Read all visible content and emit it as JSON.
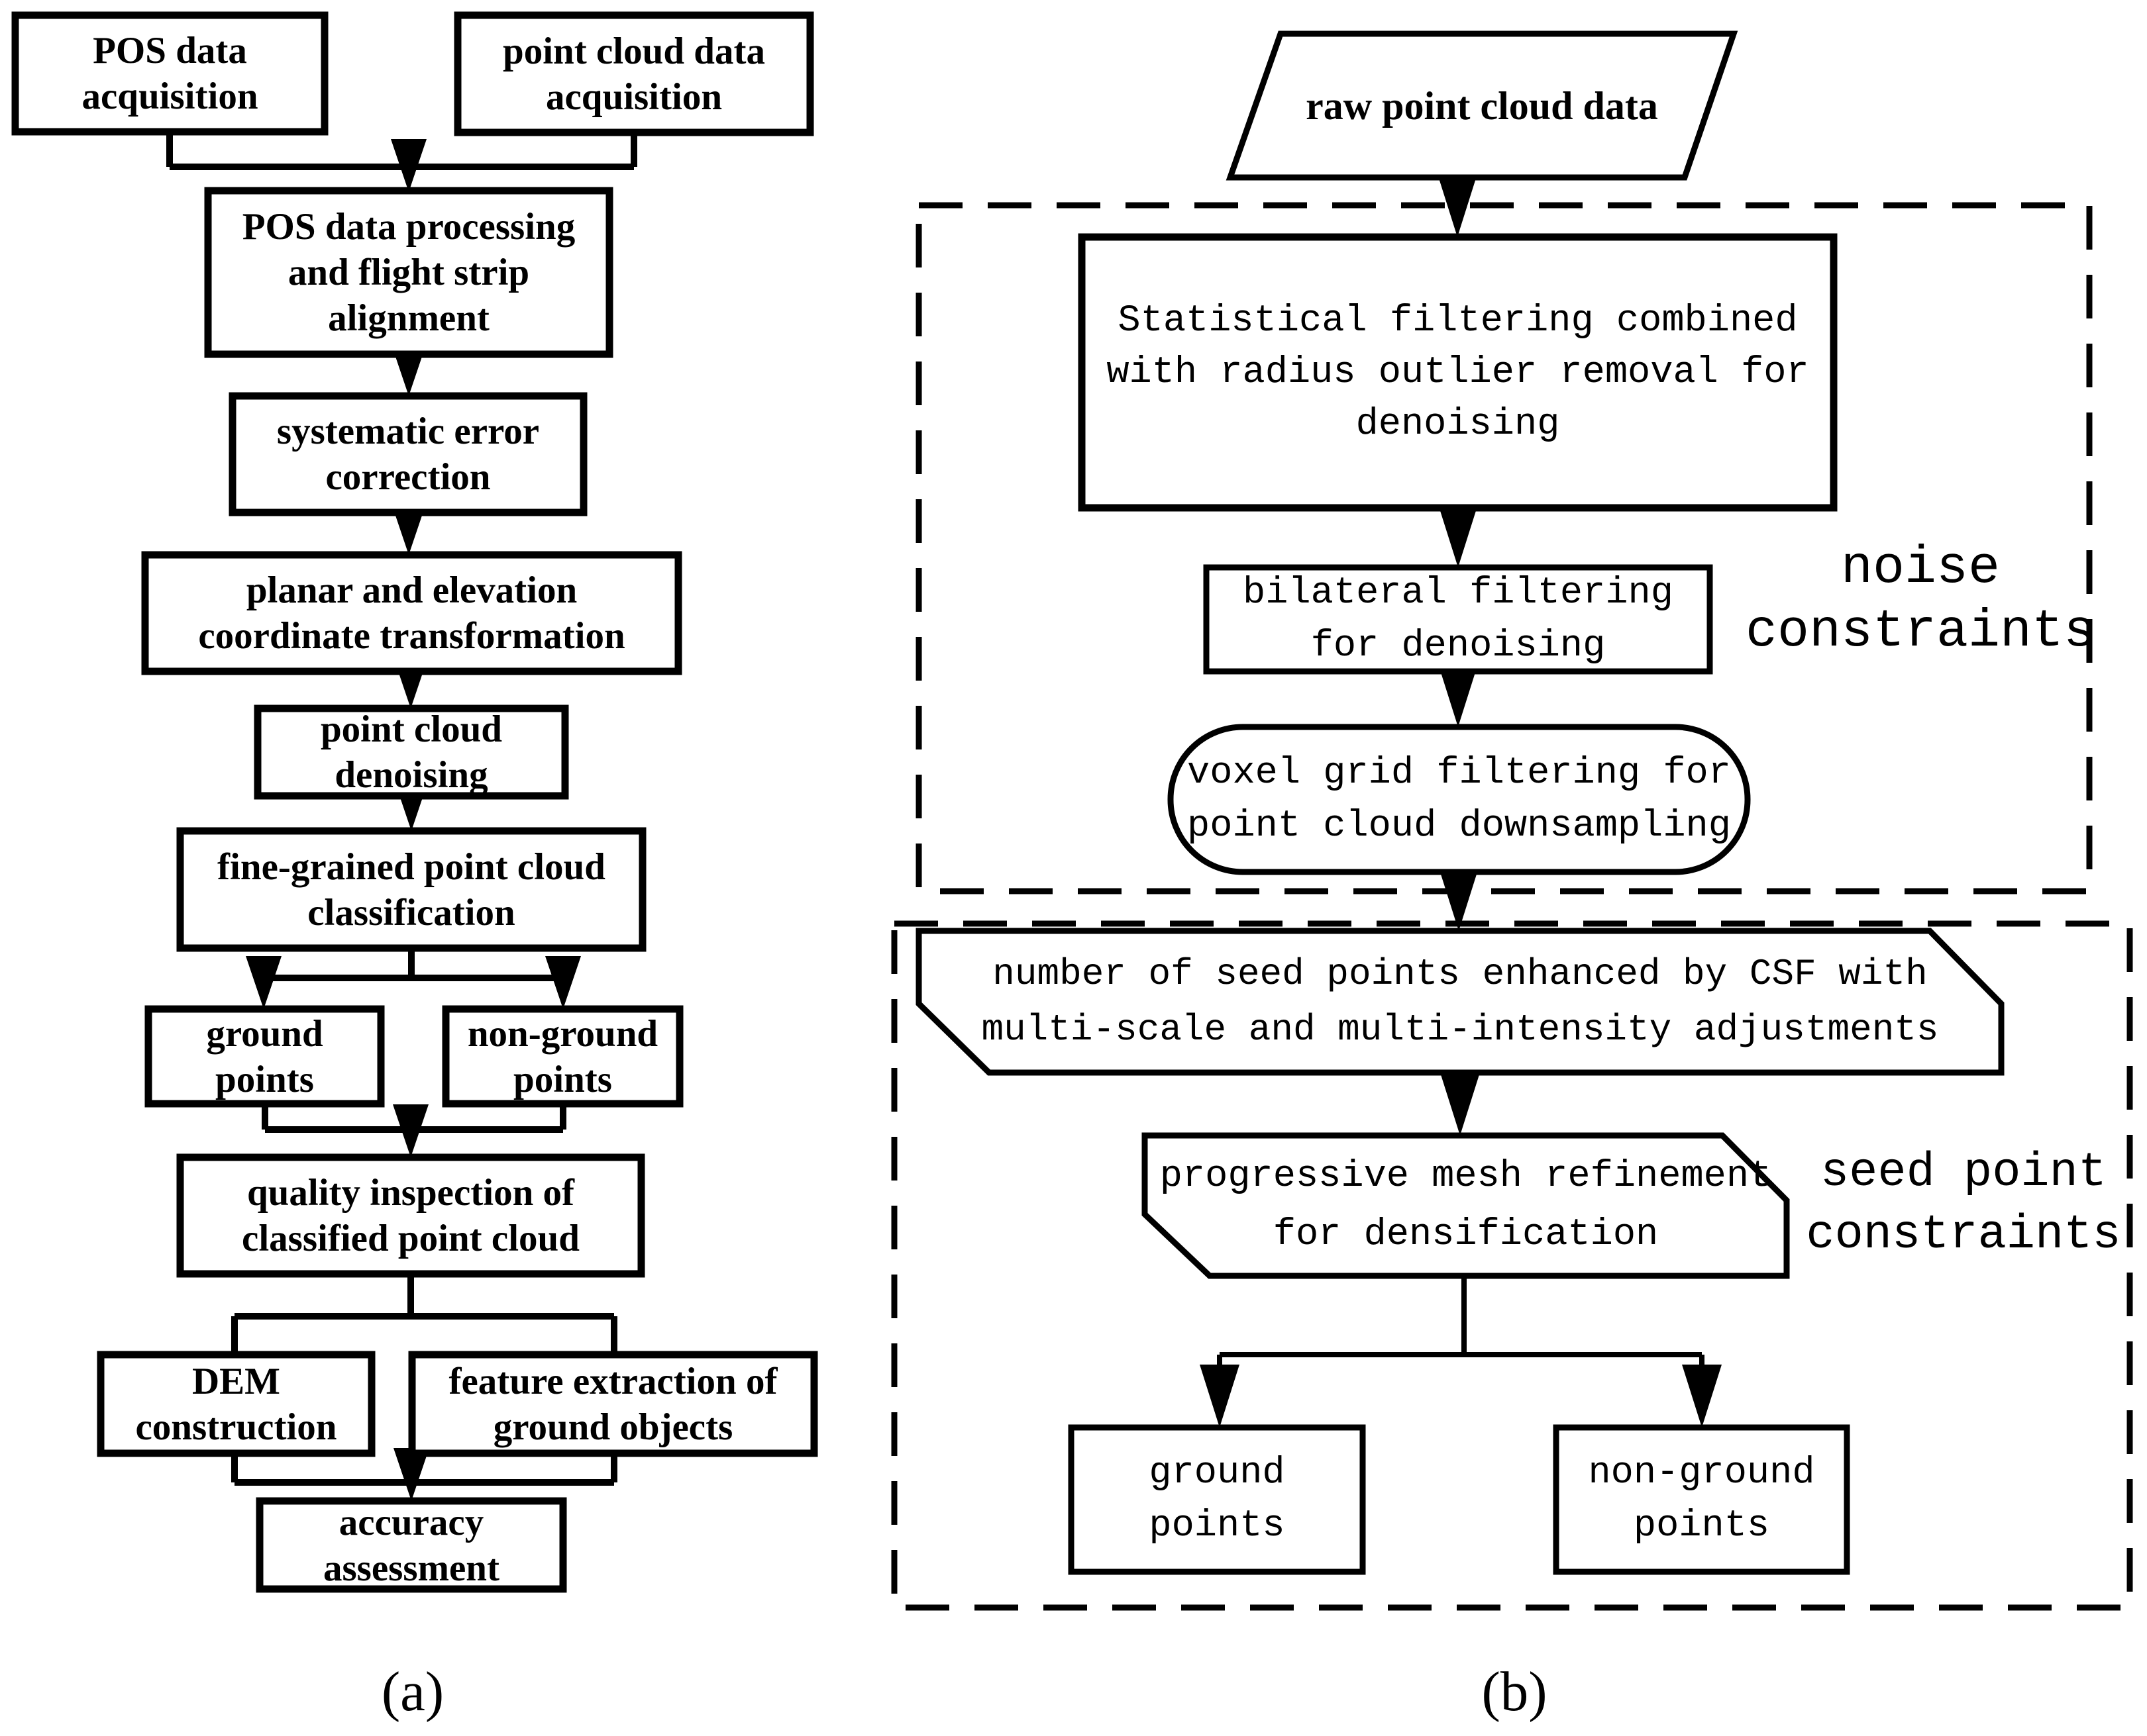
{
  "a": {
    "label": "(a)",
    "pos_acq": {
      "l1": "POS data",
      "l2": "acquisition"
    },
    "pc_acq": {
      "l1": "point cloud data",
      "l2": "acquisition"
    },
    "pos_proc": {
      "l1": "POS data processing",
      "l2": "and flight strip",
      "l3": "alignment"
    },
    "sys_err": {
      "l1": "systematic error",
      "l2": "correction"
    },
    "coord_trans": {
      "l1": "planar and elevation",
      "l2": "coordinate transformation"
    },
    "pc_denoise": {
      "l1": "point cloud",
      "l2": "denoising"
    },
    "fine_class": {
      "l1": "fine-grained point cloud",
      "l2": "classification"
    },
    "ground": {
      "l1": "ground",
      "l2": "points"
    },
    "non_ground": {
      "l1": "non-ground",
      "l2": "points"
    },
    "quality": {
      "l1": "quality inspection of",
      "l2": "classified point cloud"
    },
    "dem": {
      "l1": "DEM",
      "l2": "construction"
    },
    "feat_ext": {
      "l1": "feature extraction of",
      "l2": "ground objects"
    },
    "accuracy": {
      "l1": "accuracy",
      "l2": "assessment"
    }
  },
  "b": {
    "label": "(b)",
    "raw": {
      "l1": "raw point cloud data"
    },
    "stat": {
      "l1": "Statistical filtering combined",
      "l2": "with radius outlier removal for",
      "l3": "denoising"
    },
    "bilateral": {
      "l1": "bilateral filtering",
      "l2": "for denoising"
    },
    "voxel": {
      "l1": "voxel grid filtering for",
      "l2": "point cloud downsampling"
    },
    "seed_csf": {
      "l1": "number of seed points enhanced by CSF with",
      "l2": "multi-scale and multi-intensity adjustments"
    },
    "prog_mesh": {
      "l1": "progressive mesh refinement",
      "l2": "for densification"
    },
    "ground": {
      "l1": "ground",
      "l2": "points"
    },
    "non_ground": {
      "l1": "non-ground",
      "l2": "points"
    },
    "noise_region": {
      "l1": "noise",
      "l2": "constraints"
    },
    "seed_region": {
      "l1": "seed point",
      "l2": "constraints"
    }
  },
  "colors": {
    "ink": "#000000",
    "paper": "#ffffff"
  }
}
